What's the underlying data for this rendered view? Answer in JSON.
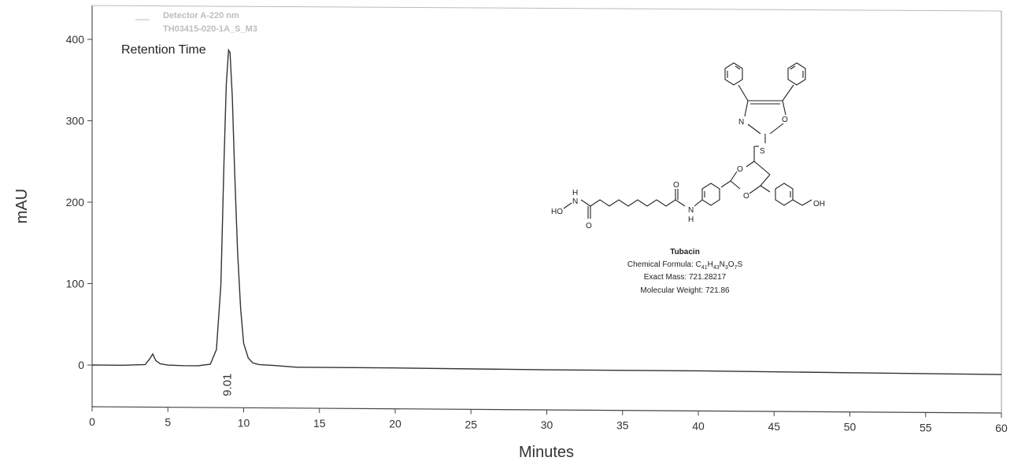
{
  "chart_data": {
    "type": "line",
    "xlabel": "Minutes",
    "ylabel": "mAU",
    "xlim": [
      0,
      60
    ],
    "ylim": [
      -50,
      440
    ],
    "x_ticks": [
      0,
      5,
      10,
      15,
      20,
      25,
      30,
      35,
      40,
      45,
      50,
      55,
      60
    ],
    "y_ticks": [
      0,
      100,
      200,
      300,
      400
    ],
    "legend": {
      "placement": "top-left",
      "line1": "Detector A-220 nm",
      "line2": "TH03415-020-1A_S_M3"
    },
    "annotation": "Retention Time",
    "peak_labels": [
      {
        "x": 9.01,
        "text": "9.01"
      }
    ],
    "series": [
      {
        "color": "#333333",
        "x": [
          0,
          2,
          3.5,
          3.8,
          4.0,
          4.2,
          4.5,
          5,
          6,
          7,
          7.8,
          8.2,
          8.5,
          8.7,
          8.85,
          9.0,
          9.1,
          9.25,
          9.4,
          9.6,
          9.8,
          10.0,
          10.3,
          10.6,
          11,
          12,
          13.5,
          20,
          30,
          40,
          50,
          60
        ],
        "y": [
          0,
          0,
          1,
          8,
          14,
          6,
          2,
          0.5,
          0,
          0,
          2,
          20,
          100,
          250,
          345,
          388,
          385,
          330,
          240,
          140,
          70,
          28,
          10,
          4,
          2,
          1,
          -1,
          -1,
          -2,
          -2,
          -3,
          -4
        ]
      }
    ]
  },
  "compound": {
    "atoms": {
      "n_oxazole": "N",
      "o_oxazole": "O",
      "s": "S",
      "o_ring_top": "O",
      "o_ring_bottom": "O",
      "oh_right": "OH",
      "ho_left": "HO",
      "n_hydroxamic": "N",
      "h_hydroxamic": "H",
      "o_carbonyl_left": "O",
      "o_carbonyl_right": "O",
      "n_amide": "N",
      "h_amide": "H"
    },
    "name": "Tubacin",
    "formula_label": "Chemical Formula: ",
    "formula": {
      "c": "C",
      "c_n": "41",
      "h": "H",
      "h_n": "43",
      "n": "N",
      "n_n": "3",
      "o": "O",
      "o_n": "7",
      "s": "S"
    },
    "exact_mass": "Exact Mass: 721.28217",
    "molecular_weight": "Molecular Weight: 721.86"
  }
}
